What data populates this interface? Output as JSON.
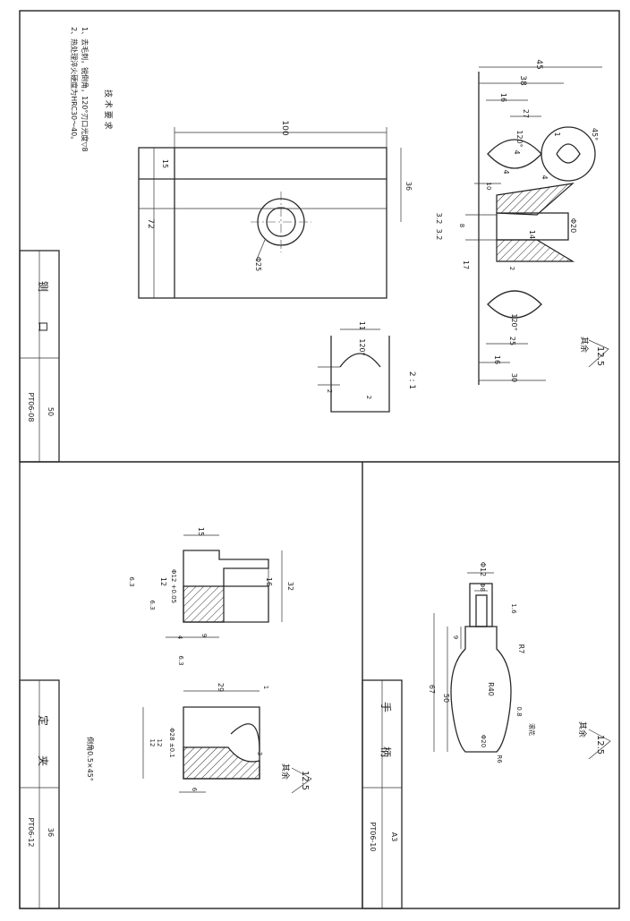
{
  "sheet1": {
    "notes": {
      "heading": "技 术 要 求",
      "line1": "1、去毛刺，锐倒角，120°刃口光度▽8",
      "line2": "2、热处理淬火硬度为HRC30～40。"
    },
    "title_name_chars": [
      "铡",
      "口"
    ],
    "code": "PT06-08",
    "qty": "50",
    "plate": {
      "len": "100",
      "height": "72",
      "slot": "15",
      "hole": "Φ25",
      "right": "36"
    },
    "blade": {
      "d45": "45",
      "d38": "38",
      "d27": "27",
      "d16": "16",
      "a120": "120°",
      "a45": "45°",
      "r1": "1",
      "d4a": "4",
      "d4b": "4",
      "d4c": "4",
      "ra32a": "3.2",
      "ra32b": "3.2",
      "phi20": "Φ20",
      "d14": "14",
      "d17": "17",
      "d2": "2",
      "a120b": "120°",
      "d25": "25",
      "d16b": "16",
      "d30": "30",
      "d10": "10",
      "d8": "8"
    },
    "detail": {
      "d11": "11",
      "a120": "120°",
      "d2a": "2",
      "d2b": "2",
      "scale": "2 : 1"
    },
    "rest_label": "其余",
    "rest_value": "12.5"
  },
  "sheet2": {
    "title_name_chars": [
      "定",
      "夹"
    ],
    "code": "PT06-12",
    "qty": "36",
    "upper": {
      "d15": "15",
      "d16": "16",
      "d32": "32",
      "d12": "12",
      "fit": "Φ12 +0.05",
      "d4": "4",
      "d9": "9",
      "ra63a": "6.3",
      "ra63b": "6.3"
    },
    "lower": {
      "d29": "29",
      "d1": "1",
      "d12a": "12",
      "d12b": "12",
      "fit": "Φ28 ±0.1",
      "d6": "6",
      "d3": "3"
    },
    "chamfer_note": "倒角0.5×45°",
    "rest_label": "其余",
    "rest_value": "12.5"
  },
  "sheet3": {
    "title_name_chars": [
      "手",
      "柄"
    ],
    "code": "PT06-10",
    "qty": "A3",
    "handle": {
      "phi12": "Φ12",
      "phi8": "Φ8",
      "ra16": "1.6",
      "r7": "R7",
      "d9": "9",
      "d67": "67",
      "d50": "50",
      "r40": "R40",
      "phi20": "Φ20",
      "r6": "R6",
      "ra08": "0.8",
      "knurl": "滚花"
    },
    "rest_label": "其余",
    "rest_value": "12.5"
  },
  "colors": {
    "ink": "#2a2a2a",
    "paper": "#ffffff"
  }
}
